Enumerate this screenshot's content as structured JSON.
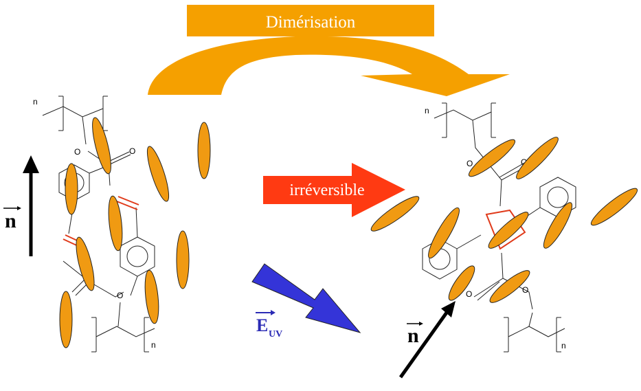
{
  "banner": {
    "label": "Dimérisation",
    "color": "#f5a000"
  },
  "process": {
    "label": "irréversible",
    "color": "#ff3a12"
  },
  "field": {
    "symbol": "E",
    "subscript": "UV",
    "color": "#2b2bb5"
  },
  "director_left": {
    "symbol": "n"
  },
  "director_right": {
    "symbol": "n"
  },
  "molecule_labels": {
    "oxygen": "O",
    "repeat_unit": "n"
  },
  "colors": {
    "mesogen": "#f09a12",
    "bond": "#e03a1a",
    "arrow_blue": "#3434d8"
  }
}
